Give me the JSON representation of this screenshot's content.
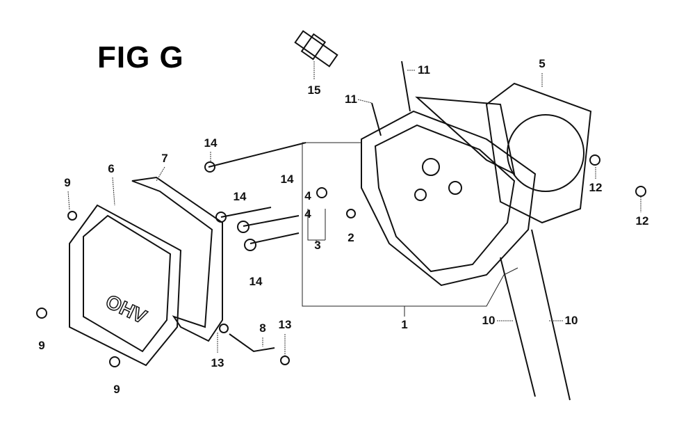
{
  "figure_title": "FIG G",
  "callouts": [
    {
      "id": "c15",
      "text": "15"
    },
    {
      "id": "c11a",
      "text": "11"
    },
    {
      "id": "c11b",
      "text": "11"
    },
    {
      "id": "c5",
      "text": "5"
    },
    {
      "id": "c14a",
      "text": "14"
    },
    {
      "id": "c9a",
      "text": "9"
    },
    {
      "id": "c6",
      "text": "6"
    },
    {
      "id": "c7",
      "text": "7"
    },
    {
      "id": "c14b",
      "text": "14"
    },
    {
      "id": "c14c",
      "text": "14"
    },
    {
      "id": "c4a",
      "text": "4"
    },
    {
      "id": "c4b",
      "text": "4"
    },
    {
      "id": "c3",
      "text": "3"
    },
    {
      "id": "c2",
      "text": "2"
    },
    {
      "id": "c12a",
      "text": "12"
    },
    {
      "id": "c12b",
      "text": "12"
    },
    {
      "id": "c14d",
      "text": "14"
    },
    {
      "id": "c1",
      "text": "1"
    },
    {
      "id": "c10a",
      "text": "10"
    },
    {
      "id": "c10b",
      "text": "10"
    },
    {
      "id": "c9b",
      "text": "9"
    },
    {
      "id": "c8",
      "text": "8"
    },
    {
      "id": "c13a",
      "text": "13"
    },
    {
      "id": "c13b",
      "text": "13"
    },
    {
      "id": "c9c",
      "text": "9"
    }
  ],
  "cover_lettering": "OHV"
}
